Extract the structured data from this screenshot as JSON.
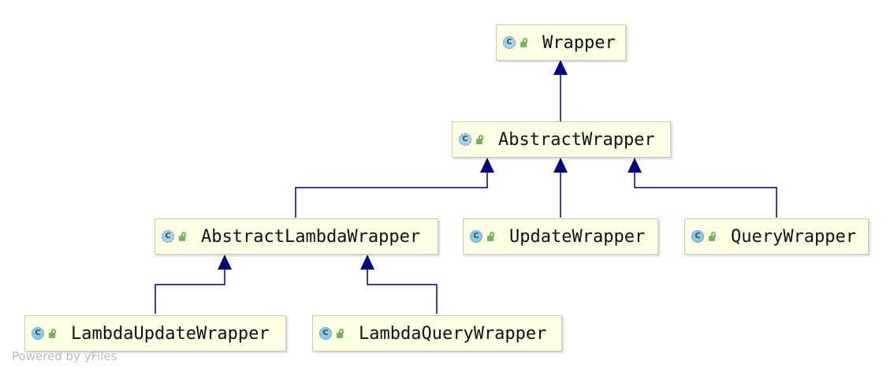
{
  "nodes": {
    "wrapper": {
      "label": "Wrapper",
      "kind": "abstract-class",
      "icon": "abstract-class-icon"
    },
    "abstract_wrapper": {
      "label": "AbstractWrapper",
      "kind": "abstract-class",
      "icon": "abstract-class-icon"
    },
    "abstract_lambda_wrapper": {
      "label": "AbstractLambdaWrapper",
      "kind": "abstract-class",
      "icon": "abstract-class-icon"
    },
    "update_wrapper": {
      "label": "UpdateWrapper",
      "kind": "class",
      "icon": "class-icon"
    },
    "query_wrapper": {
      "label": "QueryWrapper",
      "kind": "class",
      "icon": "class-icon"
    },
    "lambda_update_wrapper": {
      "label": "LambdaUpdateWrapper",
      "kind": "class",
      "icon": "class-icon"
    },
    "lambda_query_wrapper": {
      "label": "LambdaQueryWrapper",
      "kind": "class",
      "icon": "class-icon"
    }
  },
  "icon_letter": "C",
  "edges": [
    {
      "from": "abstract_wrapper",
      "to": "wrapper",
      "type": "extends"
    },
    {
      "from": "abstract_lambda_wrapper",
      "to": "abstract_wrapper",
      "type": "extends"
    },
    {
      "from": "update_wrapper",
      "to": "abstract_wrapper",
      "type": "extends"
    },
    {
      "from": "query_wrapper",
      "to": "abstract_wrapper",
      "type": "extends"
    },
    {
      "from": "lambda_update_wrapper",
      "to": "abstract_lambda_wrapper",
      "type": "extends"
    },
    {
      "from": "lambda_query_wrapper",
      "to": "abstract_lambda_wrapper",
      "type": "extends"
    }
  ],
  "colors": {
    "edge": "#00007f",
    "node_fill": "#fefee4",
    "node_border": "#c9c9b4"
  },
  "watermark": "Powered by yFiles"
}
